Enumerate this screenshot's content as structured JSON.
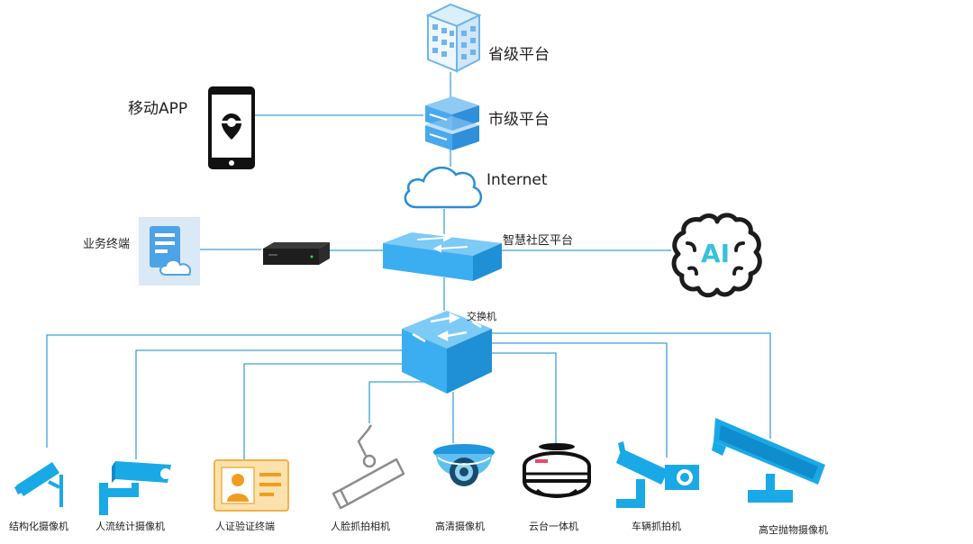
{
  "diagram": {
    "nodes": {
      "provincial_platform": "省级平台",
      "city_platform": "市级平台",
      "mobile_app": "移动APP",
      "internet": "Internet",
      "business_terminal": "业务终端",
      "smart_community_platform": "智慧社区平台",
      "ai_label": "AI",
      "switch": "交换机"
    },
    "devices": [
      "结构化摄像机",
      "人流统计摄像机",
      "人证验证终端",
      "人脸抓拍相机",
      "高清摄像机",
      "云台一体机",
      "车辆抓拍机",
      "高空抛物摄像机"
    ]
  },
  "colors": {
    "line": "#3ea0d8",
    "device": "#19a9e6",
    "building": "#6fb4ea",
    "server": "#2f9de6",
    "cloud": "#2a8cd6",
    "ai_outline": "#1c1c1c",
    "ai_letters": "#37c2d8",
    "terminal_bg": "#dbe9f6",
    "terminal_fg": "#4da3e6",
    "card_bg": "#fbe2ad",
    "card_border": "#f0b24a",
    "card_fg": "#f29c1f",
    "grey_device": "#8c8c8c"
  }
}
